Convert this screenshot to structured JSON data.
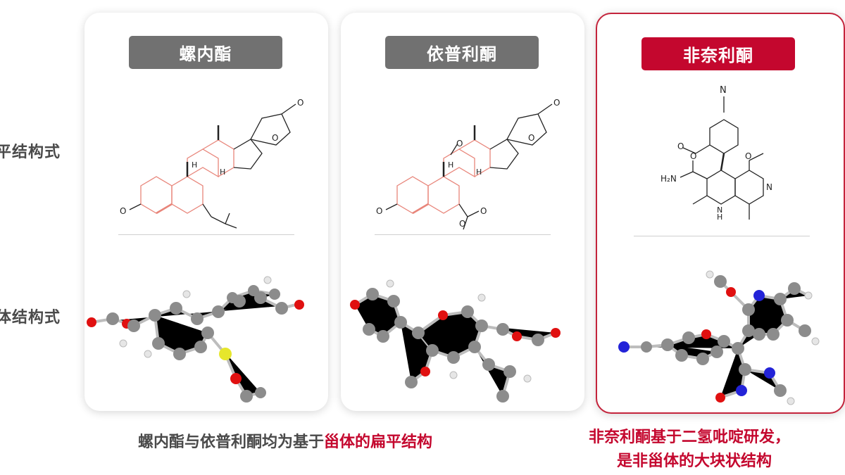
{
  "row_labels": [
    "平结构式",
    "体结构式"
  ],
  "drugs": [
    {
      "name": "螺内酯",
      "highlighted": false
    },
    {
      "name": "依普利酮",
      "highlighted": false
    },
    {
      "name": "非奈利酮",
      "highlighted": true
    }
  ],
  "structure_text": {
    "ketone_o": "O",
    "ring_o": "O",
    "h": "H",
    "nitrogen": "N",
    "amide_group": "H₂N",
    "ring_nh": "H",
    "ring_nh_n": "N"
  },
  "captions": {
    "left_part1": "螺内酯与依普利酮均为基于",
    "left_part2": "甾体的扁平结构",
    "right_line1": "非奈利酮基于二氢吡啶研发，",
    "right_line2": "是非甾体的大块状结构"
  },
  "colors": {
    "accent_red": "#c4072e",
    "pill_gray": "#717171",
    "steroid_core": "#e8857a",
    "atom_carbon": "#8c8c8c",
    "atom_oxygen": "#e01010",
    "atom_nitrogen": "#2323d8",
    "atom_sulfur": "#e6e62c",
    "atom_hydrogen": "#e6e6e6"
  }
}
